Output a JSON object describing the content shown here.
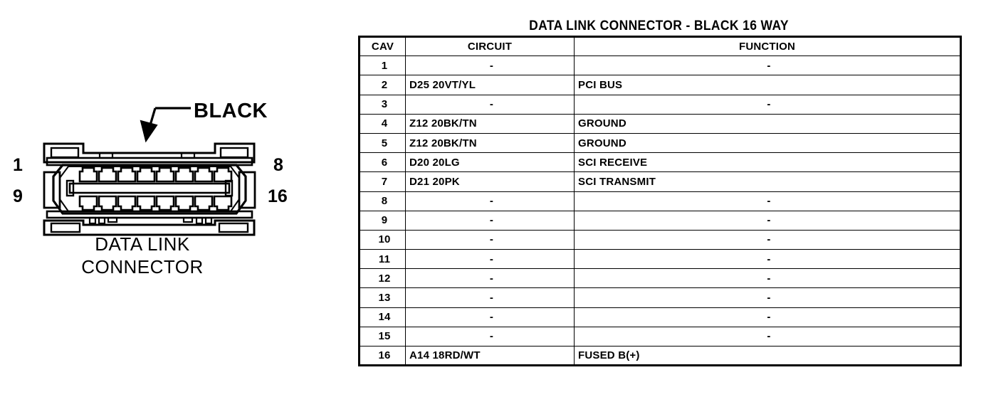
{
  "illustration": {
    "callout": {
      "label": "BLACK",
      "arrow_icon": "arrow-pointer-icon"
    },
    "pin_numbers": {
      "top_left": "1",
      "bottom_left": "9",
      "top_right": "8",
      "bottom_right": "16"
    },
    "caption": {
      "line1": "DATA LINK",
      "line2": "CONNECTOR"
    },
    "connector": {
      "name": "data-link-connector-16-way",
      "cavity_count": 16,
      "rows": 2,
      "cavities_per_row": 8
    }
  },
  "table": {
    "title": "DATA LINK CONNECTOR - BLACK 16 WAY",
    "headers": {
      "cav": "CAV",
      "circuit": "CIRCUIT",
      "function": "FUNCTION"
    },
    "rows": [
      {
        "cav": "1",
        "circuit": "-",
        "function": "-",
        "circuit_align": "center",
        "function_align": "center"
      },
      {
        "cav": "2",
        "circuit": "D25 20VT/YL",
        "function": "PCI BUS",
        "circuit_align": "left",
        "function_align": "left"
      },
      {
        "cav": "3",
        "circuit": "-",
        "function": "-",
        "circuit_align": "center",
        "function_align": "center"
      },
      {
        "cav": "4",
        "circuit": "Z12 20BK/TN",
        "function": "GROUND",
        "circuit_align": "left",
        "function_align": "left"
      },
      {
        "cav": "5",
        "circuit": "Z12 20BK/TN",
        "function": "GROUND",
        "circuit_align": "left",
        "function_align": "left"
      },
      {
        "cav": "6",
        "circuit": "D20 20LG",
        "function": "SCI RECEIVE",
        "circuit_align": "left",
        "function_align": "left"
      },
      {
        "cav": "7",
        "circuit": "D21 20PK",
        "function": "SCI TRANSMIT",
        "circuit_align": "left",
        "function_align": "left"
      },
      {
        "cav": "8",
        "circuit": "-",
        "function": "-",
        "circuit_align": "center",
        "function_align": "center"
      },
      {
        "cav": "9",
        "circuit": "-",
        "function": "-",
        "circuit_align": "center",
        "function_align": "center"
      },
      {
        "cav": "10",
        "circuit": "-",
        "function": "-",
        "circuit_align": "center",
        "function_align": "center"
      },
      {
        "cav": "11",
        "circuit": "-",
        "function": "-",
        "circuit_align": "center",
        "function_align": "center"
      },
      {
        "cav": "12",
        "circuit": "-",
        "function": "-",
        "circuit_align": "center",
        "function_align": "center"
      },
      {
        "cav": "13",
        "circuit": "-",
        "function": "-",
        "circuit_align": "center",
        "function_align": "center"
      },
      {
        "cav": "14",
        "circuit": "-",
        "function": "-",
        "circuit_align": "center",
        "function_align": "center"
      },
      {
        "cav": "15",
        "circuit": "-",
        "function": "-",
        "circuit_align": "center",
        "function_align": "center"
      },
      {
        "cav": "16",
        "circuit": "A14 18RD/WT",
        "function": "FUSED B(+)",
        "circuit_align": "left",
        "function_align": "left"
      }
    ]
  },
  "colors": {
    "ink": "#000000",
    "paper": "#ffffff"
  }
}
